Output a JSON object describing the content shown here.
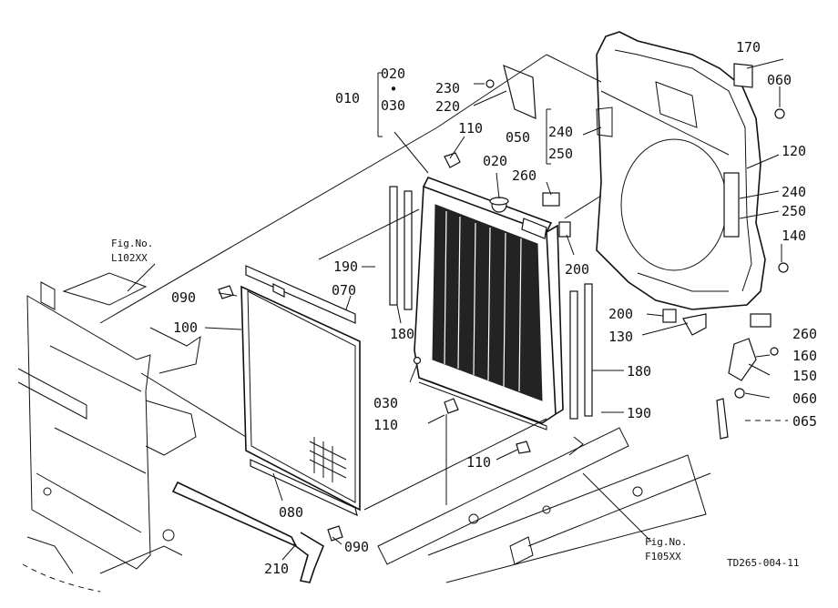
{
  "labels": {
    "p010": "010",
    "p020a": "020",
    "p030a": "030",
    "p020b": "020",
    "p230": "230",
    "p220": "220",
    "p110a": "110",
    "p050": "050",
    "p240a": "240",
    "p250a": "250",
    "p170": "170",
    "p060a": "060",
    "p120": "120",
    "p240b": "240",
    "p250b": "250",
    "p140": "140",
    "p260a": "260",
    "p200a": "200",
    "p190a": "190",
    "p070": "070",
    "p090a": "090",
    "p100": "100",
    "p180a": "180",
    "p200b": "200",
    "p130": "130",
    "p260b": "260",
    "p160": "160",
    "p150": "150",
    "p060b": "060",
    "p065": "065",
    "p180b": "180",
    "p190b": "190",
    "p030b": "030",
    "p110b": "110",
    "p110c": "110",
    "p080": "080",
    "p090b": "090",
    "p210": "210"
  },
  "refs": {
    "fig1_title": "Fig.No.",
    "fig1_code": "L102XX",
    "fig2_title": "Fig.No.",
    "fig2_code": "F105XX"
  },
  "drawing_code": "TD265-004-11"
}
